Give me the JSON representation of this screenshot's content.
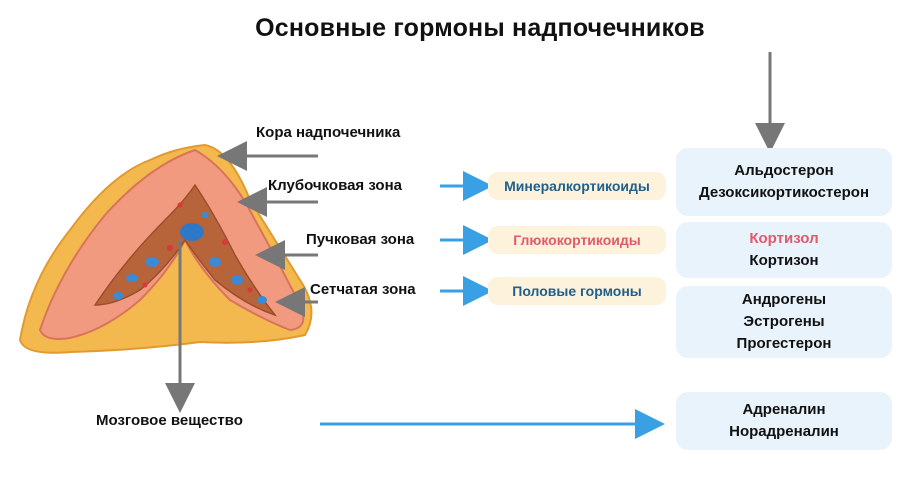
{
  "title": "Основные гормоны надпочечников",
  "labels": {
    "cortex": "Кора надпочечника",
    "glomerulosa": "Клубочковая зона",
    "fasciculata": "Пучковая зона",
    "reticularis": "Сетчатая зона",
    "medulla": "Мозговое вещество"
  },
  "groups": {
    "mineralo": "Минералкортикоиды",
    "gluco": "Глюкокортикоиды",
    "sex": "Половые гормоны"
  },
  "hormones": {
    "mineralo": [
      "Альдостерон",
      "Дезоксикортикостерон"
    ],
    "gluco": [
      "Кортизол",
      "Кортизон"
    ],
    "sex": [
      "Андрогены",
      "Эстрогены",
      "Прогестерон"
    ],
    "medulla": [
      "Адреналин",
      "Норадреналин"
    ]
  },
  "colors": {
    "mineralo_text": "#1f5f8b",
    "gluco_text": "#e05a6a",
    "sex_text": "#1f5f8b",
    "pill_bg": "#fdf3dc",
    "box_bg": "#e8f3fb",
    "arrow_blue": "#3aa0e6",
    "arrow_gray": "#777777"
  }
}
